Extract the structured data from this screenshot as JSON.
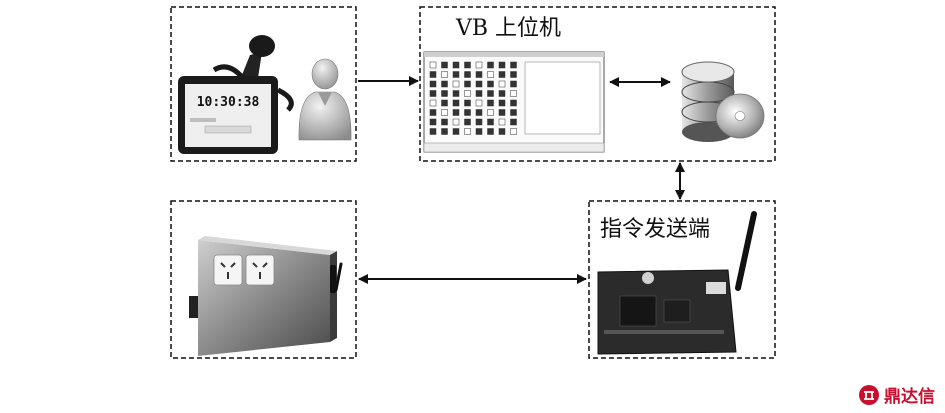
{
  "boxes": {
    "vb_host": {
      "title": "VB 上位机"
    },
    "command_sender": {
      "title": "指令发送端"
    }
  },
  "mini_clock": {
    "time": "10:30:38"
  },
  "watermark": {
    "text": "鼎达信",
    "icon": "brand-logo-icon",
    "color": "#c8102e"
  },
  "colors": {
    "line": "#111111",
    "dash": "#111111"
  }
}
